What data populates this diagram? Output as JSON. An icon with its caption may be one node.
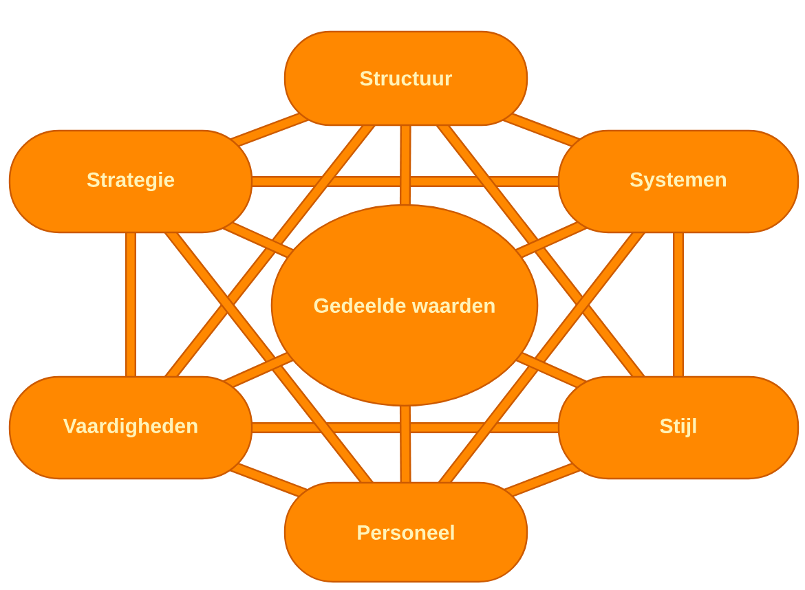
{
  "diagram": {
    "nodes": [
      {
        "text": [
          "Structuur"
        ]
      },
      {
        "text": [
          "Strategie"
        ]
      },
      {
        "text": [
          "Systemen"
        ]
      },
      {
        "text": [
          "Gedeelde waarden"
        ]
      },
      {
        "text": [
          "Vaardigheden"
        ]
      },
      {
        "text": [
          "Stijl"
        ]
      },
      {
        "text": [
          "Personeel"
        ]
      }
    ],
    "edges": [
      {
        "from": 1,
        "to": 0,
        "arrow": "none"
      },
      {
        "from": 0,
        "to": 2,
        "arrow": "none"
      },
      {
        "from": 1,
        "to": 2,
        "arrow": "none"
      },
      {
        "from": 1,
        "to": 4,
        "arrow": "none"
      },
      {
        "from": 2,
        "to": 5,
        "arrow": "none"
      },
      {
        "from": 4,
        "to": 5,
        "arrow": "none"
      },
      {
        "from": 4,
        "to": 6,
        "arrow": "none"
      },
      {
        "from": 5,
        "to": 6,
        "arrow": "none"
      },
      {
        "from": 0,
        "to": 4,
        "arrow": "none"
      },
      {
        "from": 0,
        "to": 5,
        "arrow": "none"
      },
      {
        "from": 1,
        "to": 6,
        "arrow": "none"
      },
      {
        "from": 2,
        "to": 6,
        "arrow": "none"
      },
      {
        "from": 3,
        "to": 0,
        "arrow": "none"
      },
      {
        "from": 3,
        "to": 1,
        "arrow": "none"
      },
      {
        "from": 3,
        "to": 2,
        "arrow": "none"
      },
      {
        "from": 3,
        "to": 4,
        "arrow": "none"
      },
      {
        "from": 3,
        "to": 5,
        "arrow": "none"
      },
      {
        "from": 3,
        "to": 6,
        "arrow": "none"
      }
    ]
  }
}
